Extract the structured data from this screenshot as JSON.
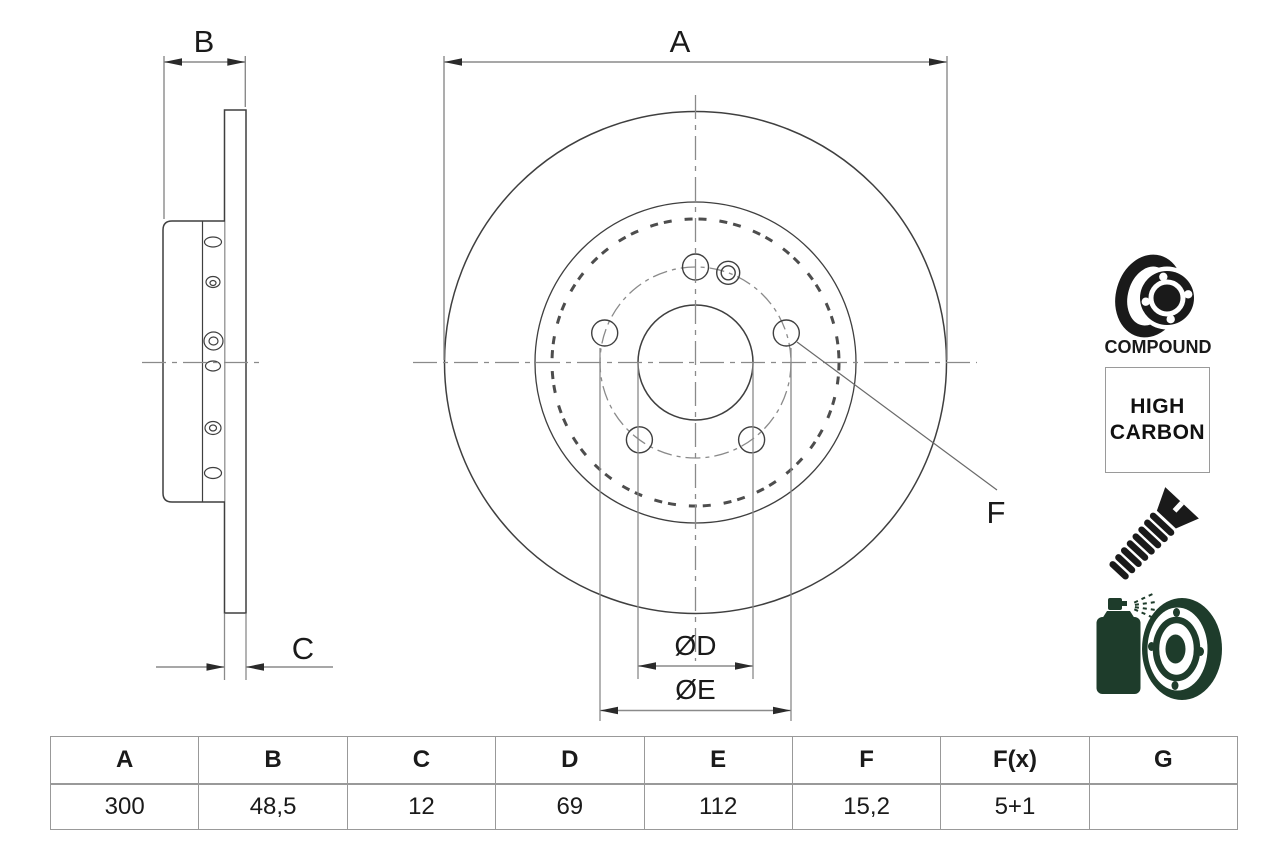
{
  "dimensions": {
    "A": "A",
    "B": "B",
    "C": "C",
    "F": "F",
    "D": "ØD",
    "E": "ØE"
  },
  "badges": {
    "compound": "COMPOUND",
    "high_carbon_line1": "HIGH",
    "high_carbon_line2": "CARBON"
  },
  "spec_table": {
    "headers": [
      "A",
      "B",
      "C",
      "D",
      "E",
      "F",
      "F(x)",
      "G"
    ],
    "values": [
      "300",
      "48,5",
      "12",
      "69",
      "112",
      "15,2",
      "5+1",
      ""
    ]
  },
  "colors": {
    "line": "#3f3f3f",
    "dim": "#8a8a8a",
    "label": "#1a1a1a",
    "icon_black": "#1a1a1a",
    "coating_green": "#1e3c2b"
  }
}
